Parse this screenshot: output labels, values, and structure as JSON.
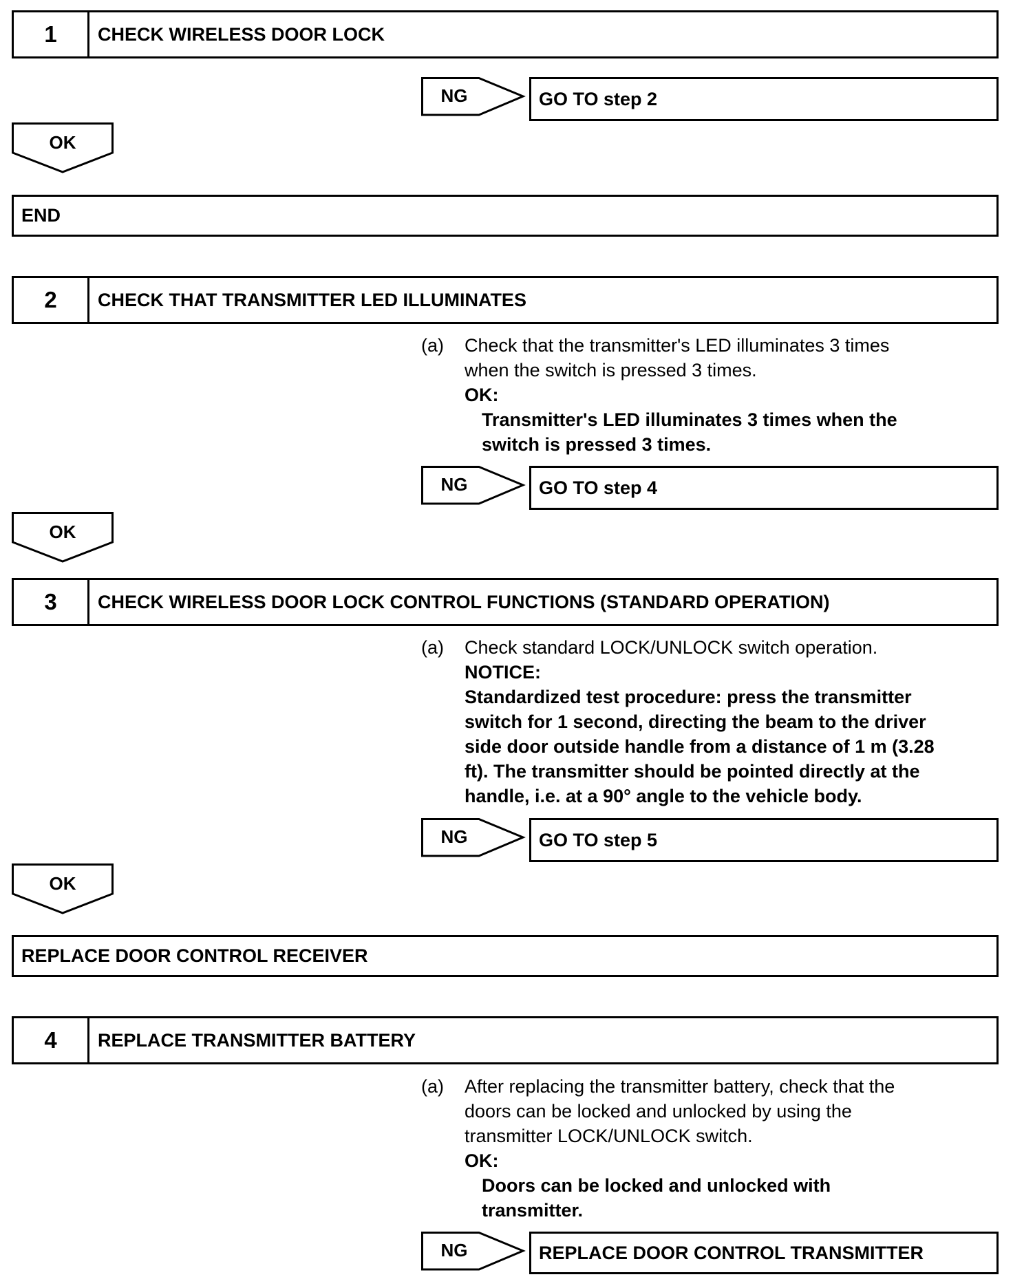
{
  "steps": {
    "s1": {
      "number": "1",
      "title": "CHECK WIRELESS DOOR LOCK",
      "ng_label": "NG",
      "ng_result": "GO TO step 2",
      "ok_label": "OK"
    },
    "end": {
      "text": "END"
    },
    "s2": {
      "number": "2",
      "title": "CHECK THAT TRANSMITTER LED ILLUMINATES",
      "item_marker": "(a)",
      "instruction_lines": [
        "Check that the transmitter's LED illuminates 3 times",
        "when the switch is pressed 3 times."
      ],
      "ok_heading": "OK:",
      "ok_lines": [
        "Transmitter's LED illuminates 3 times when the",
        "switch is pressed 3 times."
      ],
      "ng_label": "NG",
      "ng_result": "GO TO step 4",
      "ok_label": "OK"
    },
    "s3": {
      "number": "3",
      "title": "CHECK WIRELESS DOOR LOCK CONTROL FUNCTIONS (STANDARD OPERATION)",
      "item_marker": "(a)",
      "instruction_lines": [
        "Check standard LOCK/UNLOCK switch operation."
      ],
      "notice_heading": "NOTICE:",
      "notice_lines": [
        "Standardized test procedure: press the transmitter",
        "switch for 1 second, directing the beam to the driver",
        "side door outside handle from a distance of 1 m (3.28",
        "ft). The transmitter should be pointed directly at the",
        "handle, i.e. at a 90° angle to the vehicle body."
      ],
      "ng_label": "NG",
      "ng_result": "GO TO step 5",
      "ok_label": "OK"
    },
    "replace_receiver": {
      "text": "REPLACE DOOR CONTROL RECEIVER"
    },
    "s4": {
      "number": "4",
      "title": "REPLACE TRANSMITTER BATTERY",
      "item_marker": "(a)",
      "instruction_lines": [
        "After replacing the transmitter battery, check that the",
        "doors can be locked and unlocked by using the",
        "transmitter LOCK/UNLOCK switch."
      ],
      "ok_heading": "OK:",
      "ok_lines": [
        "Doors can be locked and unlocked with",
        "transmitter."
      ],
      "ng_label": "NG",
      "ng_result": "REPLACE DOOR CONTROL TRANSMITTER"
    }
  }
}
